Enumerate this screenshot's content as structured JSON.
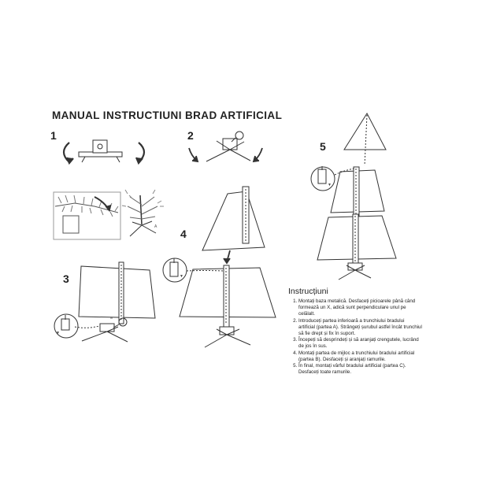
{
  "title": "MANUAL INSTRUCTIUNI BRAD ARTIFICIAL",
  "steps": {
    "s1": "1",
    "s2": "2",
    "s3": "3",
    "s4": "4",
    "s5": "5"
  },
  "instructions": {
    "heading": "Instrucțiuni",
    "items": [
      "Montați baza metalică. Desfaceți picioarele până când formează un X, adică sunt perpendiculare unul pe celălalt.",
      "Introduceți partea inferioară a trunchiului bradului artificial (partea A). Strângeți șurubul astfel încât trunchiul să fie drept și fix în suport.",
      "Începeți să desprindeți și să aranjați crengutele, lucrând de jos în sus.",
      "Montați partea de mijloc a trunchiului bradului artificial (partea B). Desfaceți și aranjați ramurile.",
      "În final, montați vârful bradului artificial (partea C). Desfaceți toate ramurile."
    ]
  },
  "figure_labels": {
    "part_a": "A"
  }
}
